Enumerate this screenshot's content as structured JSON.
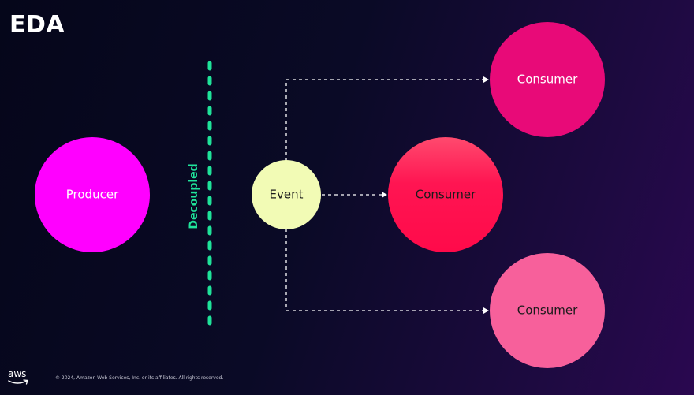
{
  "slide": {
    "title": "EDA",
    "divider_label": "Decoupled",
    "footer_text": "© 2024, Amazon Web Services, Inc. or its affiliates. All rights reserved.",
    "logo_text": "aws"
  },
  "nodes": {
    "producer": {
      "label": "Producer",
      "color": "#ff00ff"
    },
    "event": {
      "label": "Event",
      "color": "#f2fbb5"
    },
    "consumer_top": {
      "label": "Consumer",
      "color": "#e80a78"
    },
    "consumer_middle": {
      "label": "Consumer",
      "color": "#ff1552"
    },
    "consumer_bottom": {
      "label": "Consumer",
      "color": "#f7609b"
    }
  },
  "colors": {
    "background": "#05061a",
    "divider": "#1fe39a",
    "arrow": "#ffffff",
    "text_light": "#ffffff",
    "text_dark": "#1a1a1a"
  }
}
